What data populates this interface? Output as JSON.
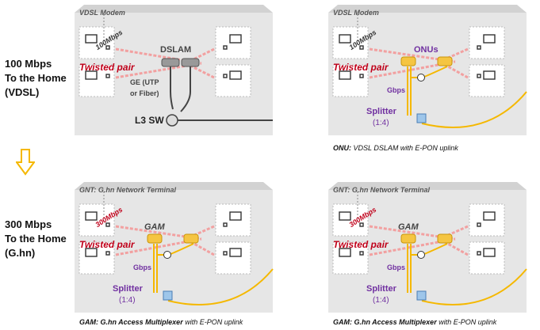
{
  "left_labels": {
    "vdsl": [
      "100 Mbps",
      "To the Home",
      "(VDSL)"
    ],
    "ghn": [
      "300 Mbps",
      "To the Home",
      "(G.hn)"
    ]
  },
  "panels": {
    "top_left": {
      "modem_label": "VDSL Modem",
      "rate_label": "100Mbps",
      "rate_color": "#333333",
      "device_label": "DSLAM",
      "twisted_label": "Twisted pair",
      "ge_label_1": "GE (UTP",
      "ge_label_2": "or Fiber)",
      "switch_label": "L3 SW"
    },
    "top_right": {
      "modem_label": "VDSL Modem",
      "rate_label": "100Mbps",
      "rate_color": "#333333",
      "device_label": "ONUs",
      "twisted_label": "Twisted pair",
      "gbps_label": "Gbps",
      "splitter_label": "Splitter",
      "splitter_ratio": "(1:4)",
      "caption_bold": "ONU:",
      "caption_rest": "VDSL DSLAM with E-PON uplink"
    },
    "bottom_left": {
      "modem_label": "GNT: G.hn Network Terminal",
      "rate_label": "300Mbps",
      "rate_color": "#c0001a",
      "device_label": "GAM",
      "twisted_label": "Twisted pair",
      "gbps_label": "Gbps",
      "splitter_label": "Splitter",
      "splitter_ratio": "(1:4)",
      "caption_bold": "GAM: G.hn Access Multiplexer",
      "caption_rest": "with E-PON uplink"
    },
    "bottom_right": {
      "modem_label": "GNT: G.hn Network Terminal",
      "rate_label": "300Mbps",
      "rate_color": "#c0001a",
      "device_label": "GAM",
      "twisted_label": "Twisted pair",
      "gbps_label": "Gbps",
      "splitter_label": "Splitter",
      "splitter_ratio": "(1:4)",
      "caption_bold": "GAM: G.hn Access Multiplexer",
      "caption_rest": "with E-PON uplink"
    }
  },
  "colors": {
    "building": "#e6e6e6",
    "building_top": "#d2d2d2",
    "fiber": "#f5b800",
    "twisted": "#f2a0a0",
    "purple": "#7030a0",
    "arrow": "#f5b800"
  }
}
